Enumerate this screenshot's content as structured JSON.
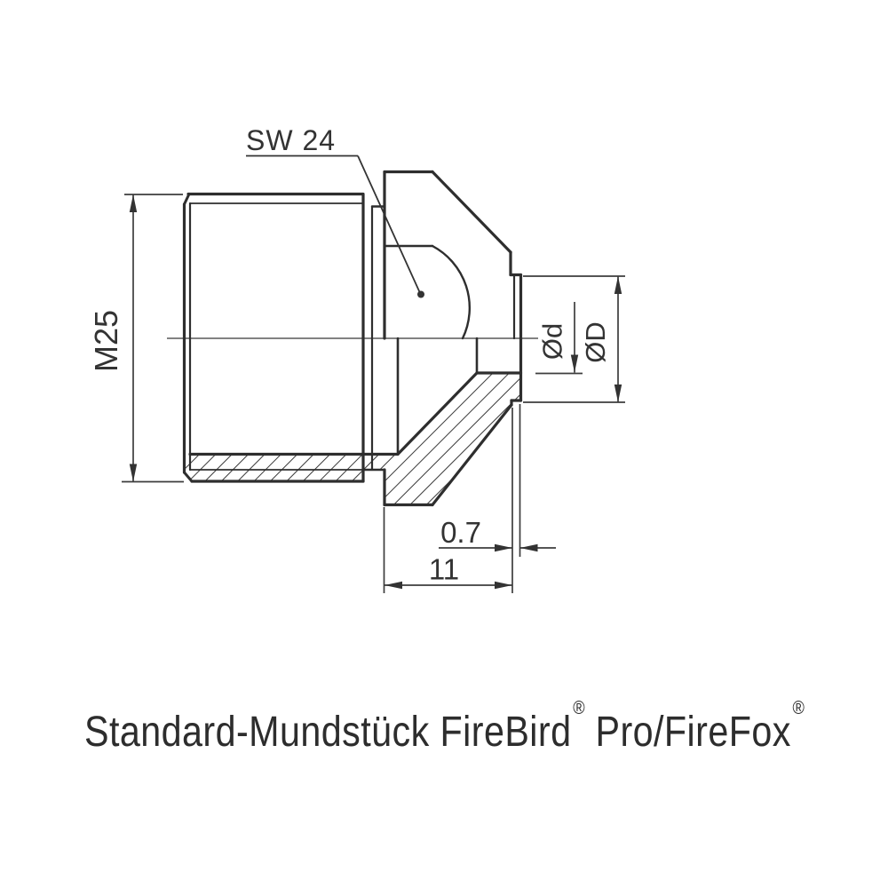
{
  "drawing": {
    "labels": {
      "wrench_size": "SW 24",
      "thread_size": "M25",
      "inner_diameter": "Ød",
      "outer_diameter": "ØD",
      "tip_wall_thickness": "0.7",
      "tip_length": "11"
    },
    "colors": {
      "outline": "#2e2e2e",
      "dimension_lines": "#3d3d3d",
      "text": "#333333",
      "background": "#ffffff"
    }
  },
  "caption": {
    "product_name": "Standard-Mundstück FireBird",
    "registered_1": "®",
    "variant": " Pro/FireFox",
    "registered_2": "®"
  }
}
